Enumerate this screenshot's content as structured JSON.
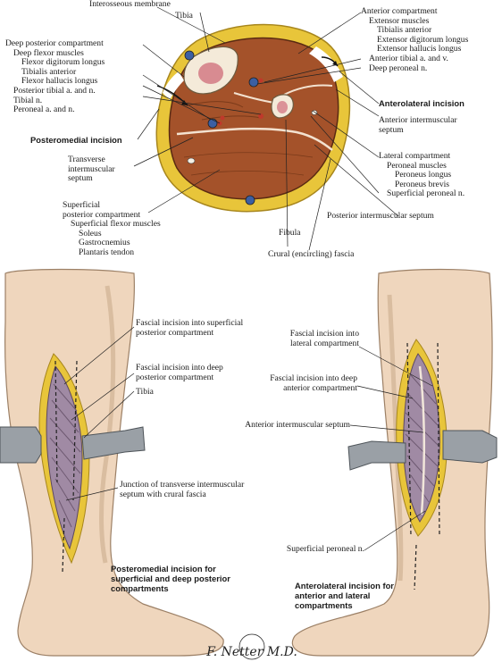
{
  "top": {
    "interosseous": "Interosseous membrane",
    "tibia": "Tibia",
    "deep_posterior": {
      "title": "Deep posterior compartment",
      "muscles_header": "Deep flexor muscles",
      "items": [
        "Flexor digitorum longus",
        "Tibialis anterior",
        "Flexor hallucis longus"
      ],
      "vessels": [
        "Posterior tibial a. and n.",
        "Tibial n.",
        "Peroneal a. and n."
      ]
    },
    "posteromedial_incision": "Posteromedial incision",
    "transverse_septum": [
      "Transverse",
      "intermuscular",
      "septum"
    ],
    "superficial_posterior": {
      "title": [
        "Superficial",
        "posterior compartment"
      ],
      "muscles_header": "Superficial flexor muscles",
      "items": [
        "Soleus",
        "Gastrocnemius",
        "Plantaris tendon"
      ]
    },
    "anterior": {
      "title": "Anterior compartment",
      "muscles_header": "Extensor muscles",
      "items": [
        "Tibialis anterior",
        "Extensor digitorum longus",
        "Extensor hallucis longus"
      ],
      "vessels": [
        "Anterior tibial a. and v.",
        "Deep peroneal n."
      ]
    },
    "anterolateral_incision": "Anterolateral incision",
    "anterior_septum": [
      "Anterior intermuscular",
      "septum"
    ],
    "lateral": {
      "title": "Lateral compartment",
      "muscles_header": "Peroneal muscles",
      "items": [
        "Peroneus longus",
        "Peroneus brevis"
      ],
      "nerve": "Superficial peroneal n."
    },
    "posterior_septum": "Posterior intermuscular septum",
    "fibula": "Fibula",
    "crural_fascia": "Crural (encircling) fascia"
  },
  "left_leg": {
    "labels": [
      [
        "Fascial incision into superficial",
        "posterior compartment"
      ],
      [
        "Fascial incision into deep",
        "posterior compartment"
      ],
      [
        "Tibia"
      ],
      [
        "Junction of transverse intermuscular",
        "septum with crural fascia"
      ]
    ],
    "caption": [
      "Posteromedial incision for",
      "superficial and deep posterior",
      "compartments"
    ]
  },
  "right_leg": {
    "labels": [
      [
        "Fascial incision into",
        "lateral compartment"
      ],
      [
        "Fascial incision into deep",
        "anterior compartment"
      ],
      [
        "Anterior intermuscular septum"
      ],
      [
        "Superficial peroneal n."
      ]
    ],
    "caption": [
      "Anterolateral incision for",
      "anterior and lateral",
      "compartments"
    ]
  },
  "signature": "F. Netter M.D.",
  "colors": {
    "muscle": "#a4522a",
    "fat": "#e8c53a",
    "skin": "#efd6bd",
    "retractor": "#9aa0a6"
  }
}
